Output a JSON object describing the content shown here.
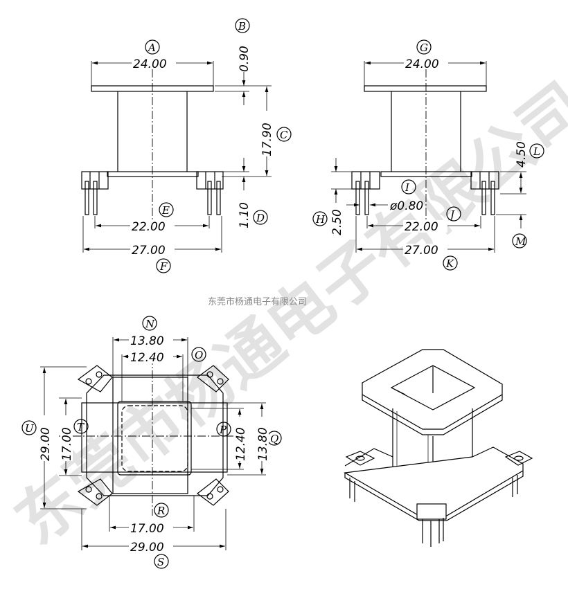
{
  "watermark": {
    "big": "东莞市杨通电子有限公司",
    "small": "东莞市杨通电子有限公司"
  },
  "front_view": {
    "A": "A",
    "B": "B",
    "C": "C",
    "D": "D",
    "E": "E",
    "F": "F",
    "width_top": "24.00",
    "flange": "0.90",
    "height": "17.90",
    "base": "1.10",
    "pin_span": "22.00",
    "total_width": "27.00"
  },
  "side_view": {
    "G": "G",
    "H": "H",
    "I": "I",
    "J": "J",
    "K": "K",
    "L": "L",
    "M": "M",
    "width_top": "24.00",
    "pin_height": "4.50",
    "pin_len": "2.50",
    "pin_dia": "ø0.80",
    "pin_span": "22.00",
    "total_width": "27.00"
  },
  "top_view": {
    "N": "N",
    "O": "O",
    "P": "P",
    "Q": "Q",
    "R": "R",
    "S": "S",
    "T": "T",
    "U": "U",
    "outer_w": "13.80",
    "inner_w": "12.40",
    "inner_h": "12.40",
    "outer_h": "13.80",
    "left_17": "17.00",
    "left_29": "29.00",
    "bottom_17": "17.00",
    "bottom_29": "29.00"
  }
}
